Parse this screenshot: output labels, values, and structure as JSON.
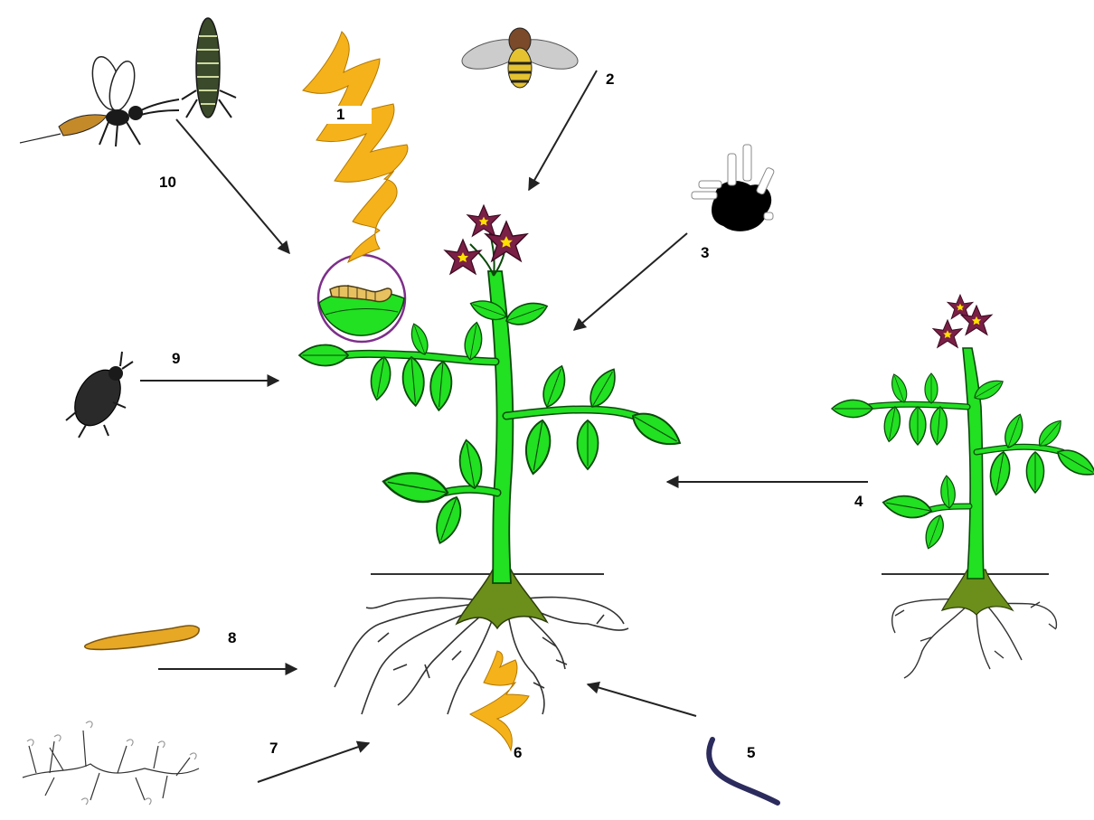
{
  "labels": {
    "l1": "1",
    "l2": "2",
    "l3": "3",
    "l4": "4",
    "l5": "5",
    "l6": "6",
    "l7": "7",
    "l8": "8",
    "l9": "9",
    "l10": "10"
  },
  "colors": {
    "leaf": "#22e022",
    "leaf_stroke": "#0a4a0a",
    "flower": "#7a1f45",
    "flower_center": "#ffe000",
    "lightning": "#f5b21a",
    "roots": "#333333",
    "base": "#6b8f1a",
    "worm": "#2c2b5e",
    "larva": "#e7a826",
    "circle": "#7d2f8a"
  }
}
